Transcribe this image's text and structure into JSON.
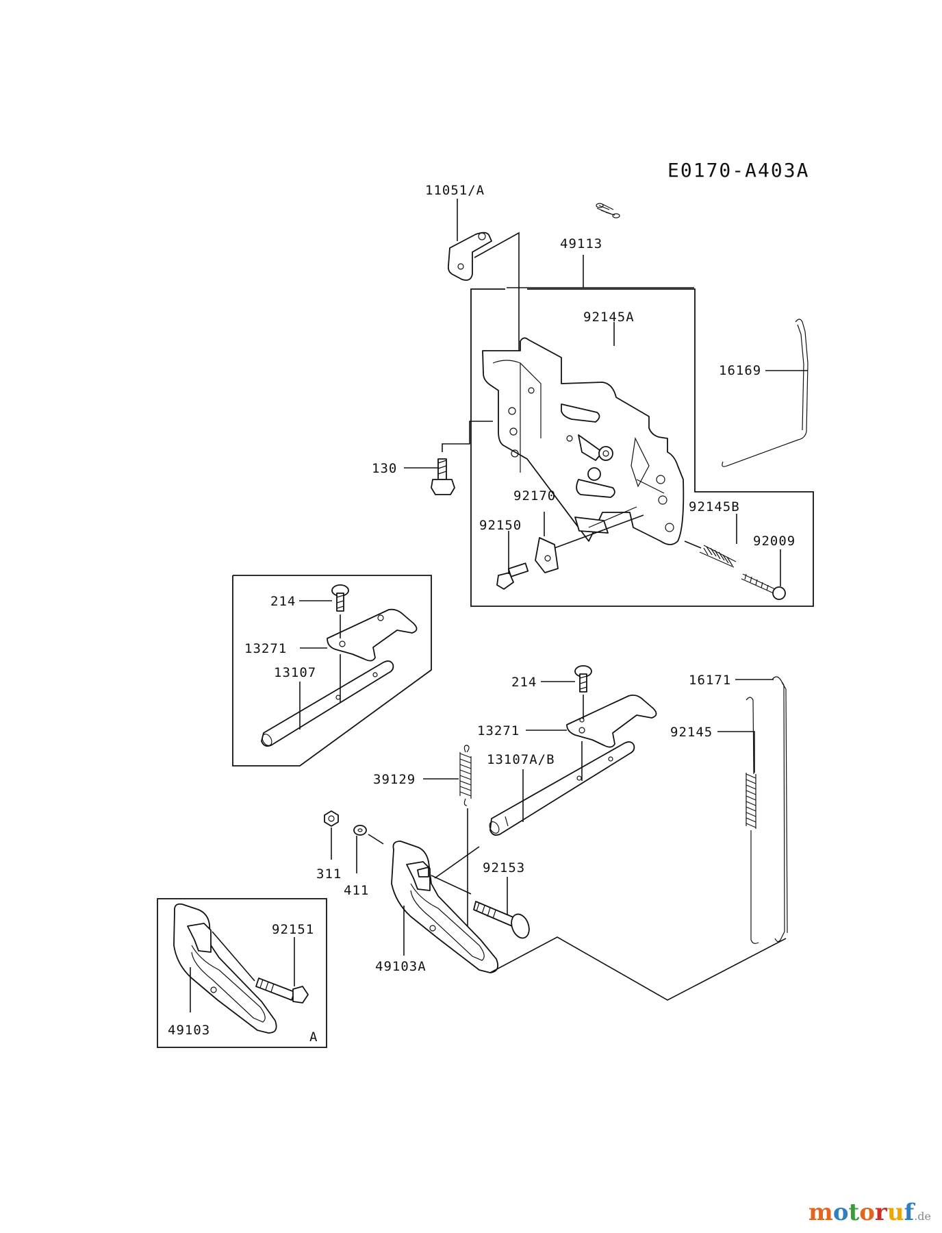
{
  "diagram": {
    "code": "E0170-A403A",
    "box_tag": "A",
    "labels": {
      "p11051": "11051/A",
      "p49113": "49113",
      "p92145A": "92145A",
      "p16169": "16169",
      "p130": "130",
      "p92170": "92170",
      "p92150": "92150",
      "p92145B": "92145B",
      "p92009": "92009",
      "p214a": "214",
      "p13271a": "13271",
      "p13107": "13107",
      "p214b": "214",
      "p16171": "16171",
      "p13271b": "13271",
      "p92145": "92145",
      "p39129": "39129",
      "p13107AB": "13107A/B",
      "p311": "311",
      "p411": "411",
      "p92153": "92153",
      "p92151": "92151",
      "p49103A": "49103A",
      "p49103": "49103"
    }
  },
  "watermark": {
    "brand": "motoruf",
    "suffix": ".de",
    "colors": [
      "#e2661f",
      "#2f7fc1",
      "#3a9b3a",
      "#e2661f",
      "#c9302c",
      "#f0a500",
      "#2f7fc1"
    ]
  }
}
